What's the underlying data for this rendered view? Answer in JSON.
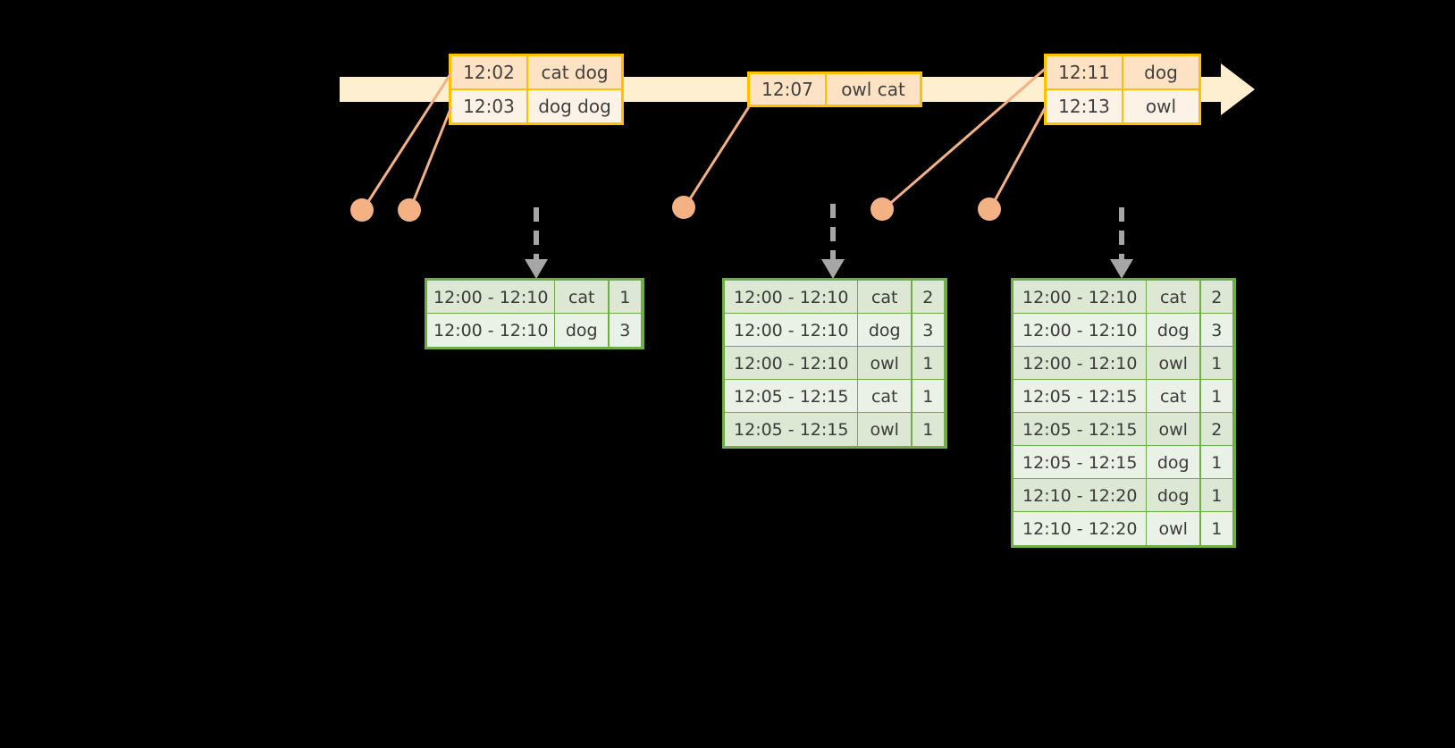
{
  "diagram": {
    "title": "windowed-word-count-streaming-diagram",
    "colors": {
      "background": "#000000",
      "timeline_fill": "#fdefd0",
      "event_border": "#ffc000",
      "event_fill_dark": "#fde2c4",
      "event_fill_light": "#fdf2e6",
      "connector": "#f4b183",
      "table_border": "#70ad47",
      "table_fill_dark": "#dce8d3",
      "table_fill_light": "#eaf1e6",
      "arrow_gray": "#a6a6a6"
    }
  },
  "timeline": {
    "events": [
      {
        "id": "event-group-1",
        "rows": [
          {
            "time": "12:02",
            "words": "cat dog"
          },
          {
            "time": "12:03",
            "words": "dog dog"
          }
        ]
      },
      {
        "id": "event-group-2",
        "rows": [
          {
            "time": "12:07",
            "words": "owl cat"
          }
        ]
      },
      {
        "id": "event-group-3",
        "rows": [
          {
            "time": "12:11",
            "words": "dog"
          },
          {
            "time": "12:13",
            "words": "owl"
          }
        ]
      }
    ]
  },
  "results": [
    {
      "id": "result-table-1",
      "rows": [
        {
          "window": "12:00 - 12:10",
          "word": "cat",
          "count": "1"
        },
        {
          "window": "12:00 - 12:10",
          "word": "dog",
          "count": "3"
        }
      ]
    },
    {
      "id": "result-table-2",
      "rows": [
        {
          "window": "12:00 - 12:10",
          "word": "cat",
          "count": "2"
        },
        {
          "window": "12:00 - 12:10",
          "word": "dog",
          "count": "3"
        },
        {
          "window": "12:00 - 12:10",
          "word": "owl",
          "count": "1"
        },
        {
          "window": "12:05 - 12:15",
          "word": "cat",
          "count": "1"
        },
        {
          "window": "12:05 - 12:15",
          "word": "owl",
          "count": "1"
        }
      ]
    },
    {
      "id": "result-table-3",
      "rows": [
        {
          "window": "12:00 - 12:10",
          "word": "cat",
          "count": "2"
        },
        {
          "window": "12:00 - 12:10",
          "word": "dog",
          "count": "3"
        },
        {
          "window": "12:00 - 12:10",
          "word": "owl",
          "count": "1"
        },
        {
          "window": "12:05 - 12:15",
          "word": "cat",
          "count": "1"
        },
        {
          "window": "12:05 - 12:15",
          "word": "owl",
          "count": "2"
        },
        {
          "window": "12:05 - 12:15",
          "word": "dog",
          "count": "1"
        },
        {
          "window": "12:10 - 12:20",
          "word": "dog",
          "count": "1"
        },
        {
          "window": "12:10 - 12:20",
          "word": "owl",
          "count": "1"
        }
      ]
    }
  ]
}
